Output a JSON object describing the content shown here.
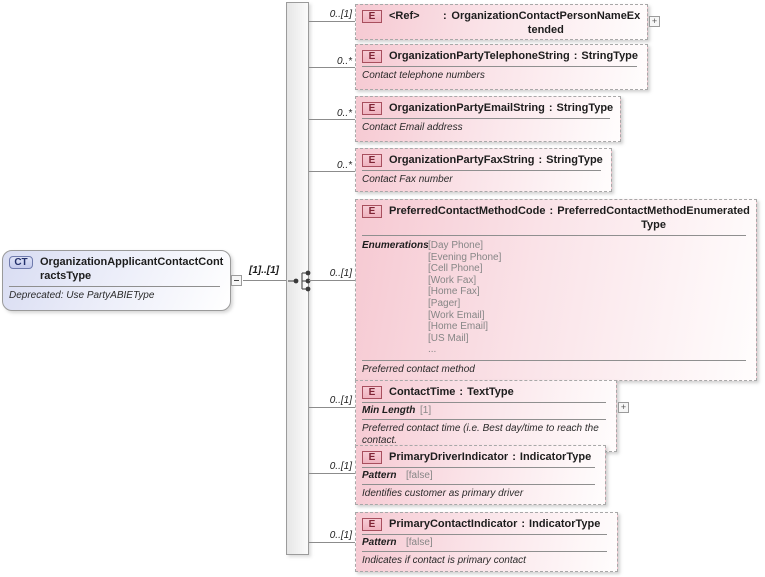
{
  "ui": {
    "colon": ":",
    "plus": "+"
  },
  "diagram": {
    "root": {
      "badge": "CT",
      "title": "OrganizationApplicantContactContractsType",
      "annotation": "Deprecated: Use PartyABIEType",
      "cardinality": "[1]..[1]"
    },
    "compositor": "sequence",
    "elements": [
      {
        "badge": "E",
        "name": "<Ref>",
        "type": "OrganizationContactPersonNameExtended",
        "cardinality": "0..[1]"
      },
      {
        "badge": "E",
        "name": "OrganizationPartyTelephoneString",
        "type": "StringType",
        "cardinality": "0..*",
        "annotation": "Contact telephone numbers"
      },
      {
        "badge": "E",
        "name": "OrganizationPartyEmailString",
        "type": "StringType",
        "cardinality": "0..*",
        "annotation": "Contact Email address"
      },
      {
        "badge": "E",
        "name": "OrganizationPartyFaxString",
        "type": "StringType",
        "cardinality": "0..*",
        "annotation": "Contact Fax number"
      },
      {
        "badge": "E",
        "name": "PreferredContactMethodCode",
        "type": "PreferredContactMethodEnumeratedType",
        "cardinality": "0..[1]",
        "facet_label": "Enumerations",
        "enumerations": [
          "[Day Phone]",
          "[Evening Phone]",
          "[Cell Phone]",
          "[Work Fax]",
          "[Home Fax]",
          "[Pager]",
          "[Work Email]",
          "[Home Email]",
          "[US Mail]",
          "..."
        ],
        "annotation": "Preferred contact method"
      },
      {
        "badge": "E",
        "name": "ContactTime",
        "type": "TextType",
        "cardinality": "0..[1]",
        "facet_label": "Min Length",
        "facet_value": "[1]",
        "annotation": "Preferred contact time (i.e. Best day/time to reach the contact."
      },
      {
        "badge": "E",
        "name": "PrimaryDriverIndicator",
        "type": "IndicatorType",
        "cardinality": "0..[1]",
        "facet_label": "Pattern",
        "facet_value": "[false]",
        "annotation": "Identifies customer as primary driver"
      },
      {
        "badge": "E",
        "name": "PrimaryContactIndicator",
        "type": "IndicatorType",
        "cardinality": "0..[1]",
        "facet_label": "Pattern",
        "facet_value": "[false]",
        "annotation": "Indicates if contact is primary contact"
      }
    ]
  }
}
